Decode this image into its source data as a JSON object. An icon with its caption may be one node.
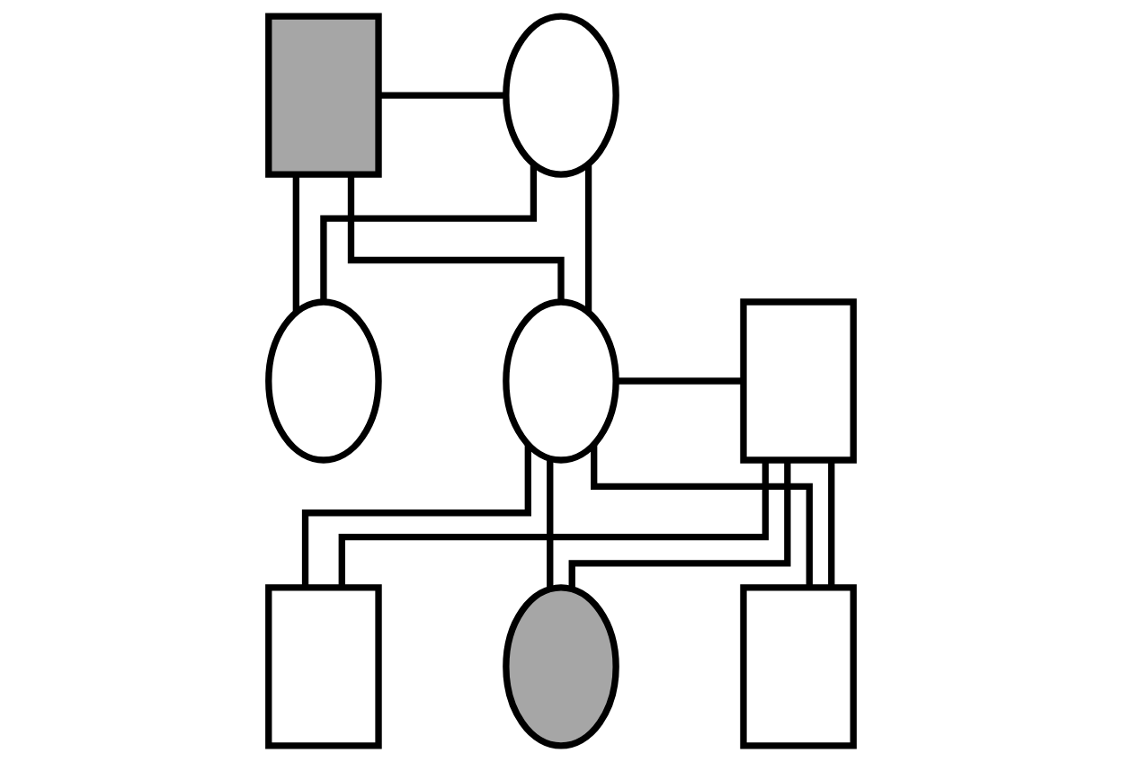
{
  "diagram": {
    "nodes": [
      {
        "text": [],
        "shape": "box"
      },
      {
        "text": [],
        "shape": "ellipse"
      },
      {
        "text": [],
        "shape": "ellipse"
      },
      {
        "text": [],
        "shape": "ellipse"
      },
      {
        "text": [],
        "shape": "box"
      },
      {
        "text": [],
        "shape": "box"
      },
      {
        "text": [],
        "shape": "ellipse"
      },
      {
        "text": [],
        "shape": "box"
      }
    ],
    "edges": [
      {
        "from": 0,
        "to": 1,
        "arrow": "none"
      },
      {
        "from": 0,
        "to": 2,
        "arrow": "none"
      },
      {
        "from": 1,
        "to": 2,
        "arrow": "none"
      },
      {
        "from": 0,
        "to": 3,
        "arrow": "none"
      },
      {
        "from": 1,
        "to": 3,
        "arrow": "none"
      },
      {
        "from": 3,
        "to": 4,
        "arrow": "none"
      },
      {
        "from": 3,
        "to": 5,
        "arrow": "none"
      },
      {
        "from": 4,
        "to": 5,
        "arrow": "none"
      },
      {
        "from": 3,
        "to": 6,
        "arrow": "none"
      },
      {
        "from": 4,
        "to": 6,
        "arrow": "none"
      },
      {
        "from": 3,
        "to": 7,
        "arrow": "none"
      },
      {
        "from": 4,
        "to": 7,
        "arrow": "none"
      }
    ]
  }
}
